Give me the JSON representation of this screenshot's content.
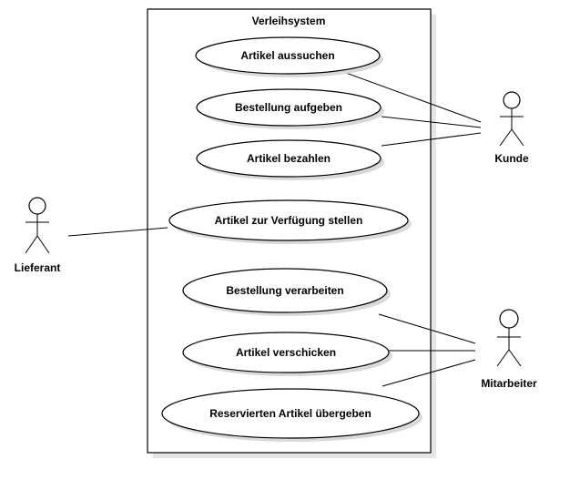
{
  "system": {
    "title": "Verleihsystem"
  },
  "use_cases": [
    {
      "id": "uc1",
      "label": "Artikel aussuchen"
    },
    {
      "id": "uc2",
      "label": "Bestellung aufgeben"
    },
    {
      "id": "uc3",
      "label": "Artikel bezahlen"
    },
    {
      "id": "uc4",
      "label": "Artikel zur Verfügung stellen"
    },
    {
      "id": "uc5",
      "label": "Bestellung verarbeiten"
    },
    {
      "id": "uc6",
      "label": "Artikel verschicken"
    },
    {
      "id": "uc7",
      "label": "Reservierten Artikel übergeben"
    }
  ],
  "actors": [
    {
      "id": "kunde",
      "label": "Kunde"
    },
    {
      "id": "lieferant",
      "label": "Lieferant"
    },
    {
      "id": "mitarbeiter",
      "label": "Mitarbeiter"
    }
  ],
  "associations": [
    {
      "actor": "kunde",
      "use_case": "uc1"
    },
    {
      "actor": "kunde",
      "use_case": "uc2"
    },
    {
      "actor": "kunde",
      "use_case": "uc3"
    },
    {
      "actor": "lieferant",
      "use_case": "uc4"
    },
    {
      "actor": "mitarbeiter",
      "use_case": "uc5"
    },
    {
      "actor": "mitarbeiter",
      "use_case": "uc6"
    },
    {
      "actor": "mitarbeiter",
      "use_case": "uc7"
    }
  ]
}
